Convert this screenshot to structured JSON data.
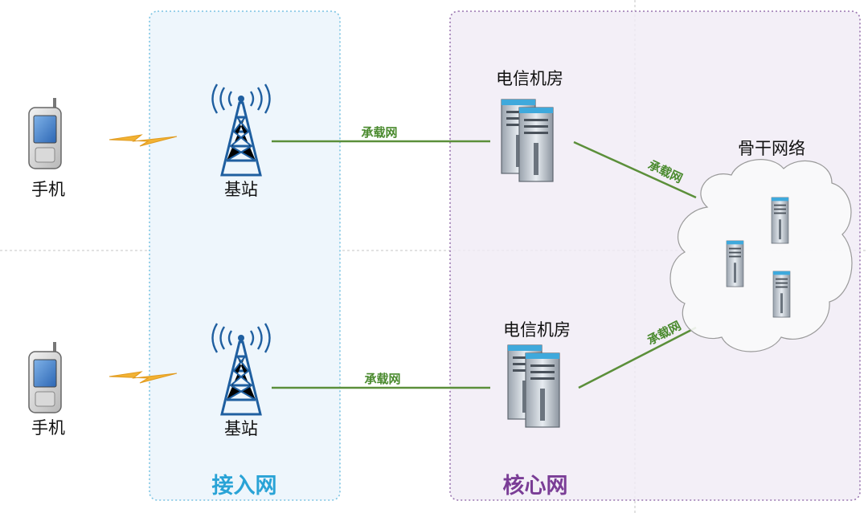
{
  "regions": {
    "access": {
      "label": "接入网",
      "color": "#29a3d6"
    },
    "core": {
      "label": "核心网",
      "color": "#7a3d96"
    }
  },
  "devices": {
    "phone_top": "手机",
    "phone_bottom": "手机",
    "base_station_top": "基站",
    "base_station_bottom": "基站",
    "telecom_room_top": "电信机房",
    "telecom_room_bottom": "电信机房",
    "backbone": "骨干网络"
  },
  "links": {
    "bearer_top": "承载网",
    "bearer_bottom": "承载网",
    "bearer_core_top": "承载网",
    "bearer_core_bottom": "承载网"
  },
  "colors": {
    "link_line": "#5b8f3a",
    "lightning": "#f2b233",
    "tower": "#1f5fa0",
    "access_fill": "#eef6fc",
    "core_fill": "#f1ecf6"
  },
  "icons": [
    "phone-icon",
    "lightning-icon",
    "tower-icon",
    "server-icon",
    "cloud-icon"
  ]
}
